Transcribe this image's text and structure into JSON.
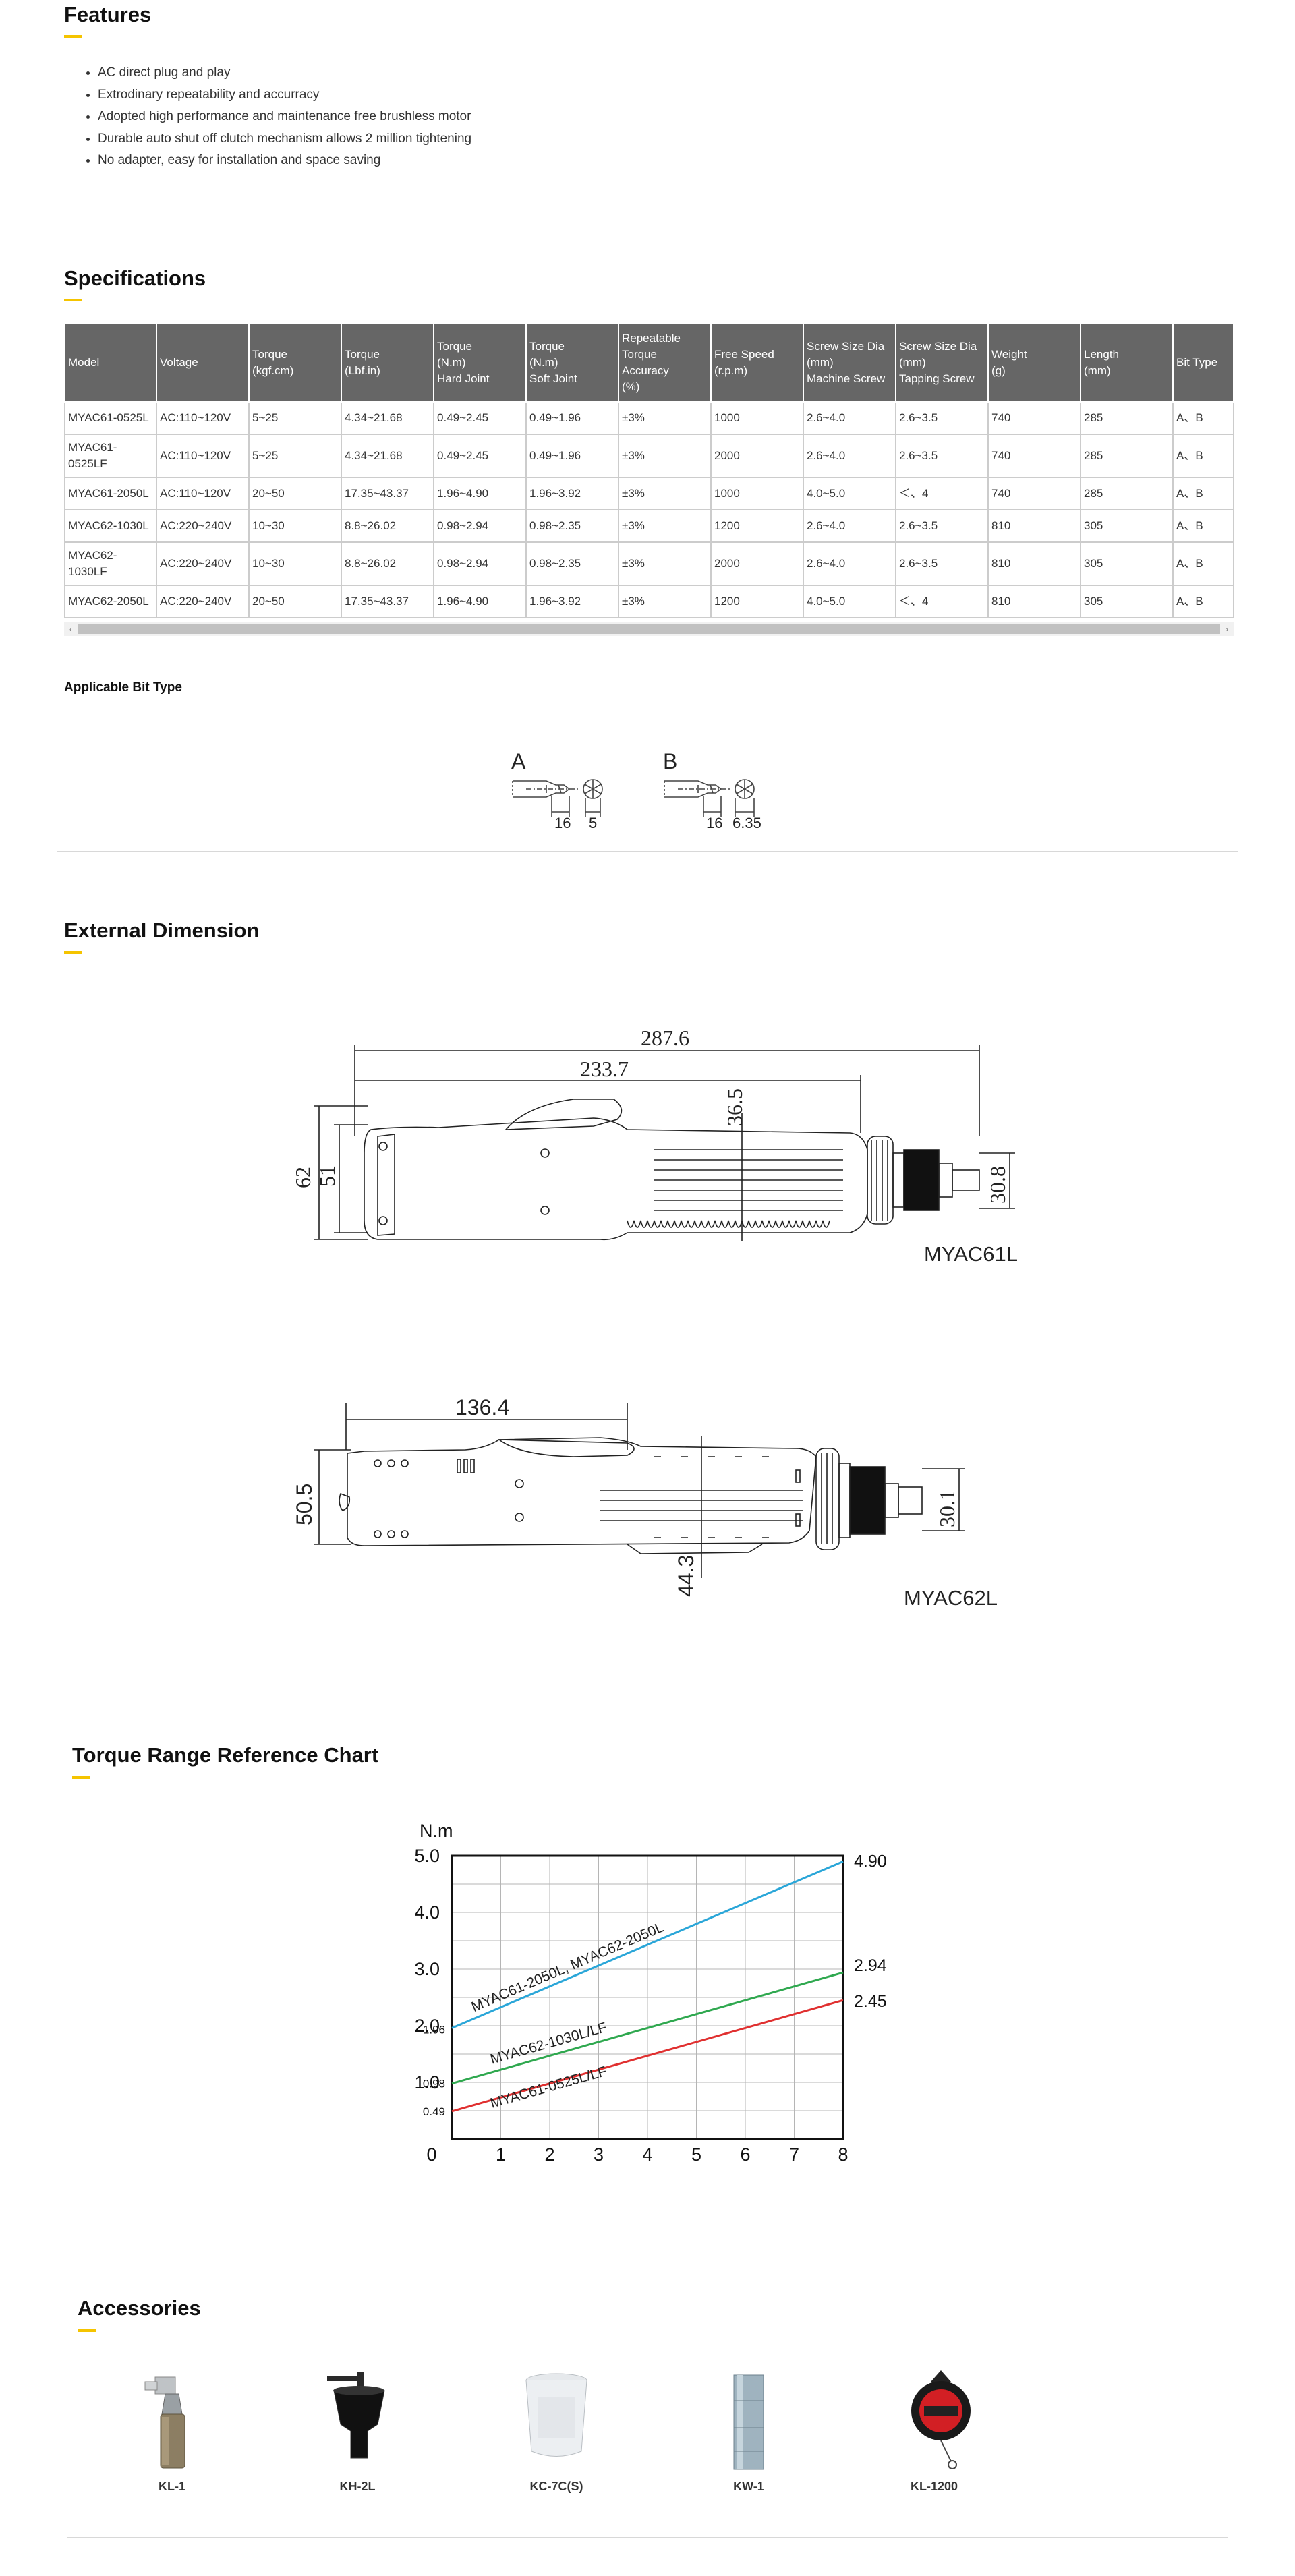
{
  "features": {
    "title": "Features",
    "items": [
      "AC direct plug and play",
      "Extrodinary repeatability and accurracy",
      "Adopted high performance and maintenance free brushless motor",
      "Durable auto shut off clutch mechanism allows 2 million tightening",
      "No adapter, easy for installation and space saving"
    ]
  },
  "specifications": {
    "title": "Specifications",
    "headers": [
      [
        "Model"
      ],
      [
        "Voltage"
      ],
      [
        "Torque",
        "(kgf.cm)"
      ],
      [
        "Torque",
        "(Lbf.in)"
      ],
      [
        "Torque",
        "(N.m)",
        "Hard Joint"
      ],
      [
        "Torque",
        "(N.m)",
        "Soft Joint"
      ],
      [
        "Repeatable",
        "Torque",
        "Accuracy",
        "(%)"
      ],
      [
        "Free Speed",
        "(r.p.m)"
      ],
      [
        "Screw Size Dia",
        "(mm)",
        "Machine Screw"
      ],
      [
        "Screw Size Dia",
        "(mm)",
        "Tapping Screw"
      ],
      [
        "Weight",
        "(g)"
      ],
      [
        "Length",
        "(mm)"
      ],
      [
        "Bit Type"
      ]
    ],
    "rows": [
      [
        "MYAC61-0525L",
        "AC:110~120V",
        "5~25",
        "4.34~21.68",
        "0.49~2.45",
        "0.49~1.96",
        "±3%",
        "1000",
        "2.6~4.0",
        "2.6~3.5",
        "740",
        "285",
        "A、B"
      ],
      [
        "MYAC61-0525LF",
        "AC:110~120V",
        "5~25",
        "4.34~21.68",
        "0.49~2.45",
        "0.49~1.96",
        "±3%",
        "2000",
        "2.6~4.0",
        "2.6~3.5",
        "740",
        "285",
        "A、B"
      ],
      [
        "MYAC61-2050L",
        "AC:110~120V",
        "20~50",
        "17.35~43.37",
        "1.96~4.90",
        "1.96~3.92",
        "±3%",
        "1000",
        "4.0~5.0",
        "＜、4",
        "740",
        "285",
        "A、B"
      ],
      [
        "MYAC62-1030L",
        "AC:220~240V",
        "10~30",
        "8.8~26.02",
        "0.98~2.94",
        "0.98~2.35",
        "±3%",
        "1200",
        "2.6~4.0",
        "2.6~3.5",
        "810",
        "305",
        "A、B"
      ],
      [
        "MYAC62-1030LF",
        "AC:220~240V",
        "10~30",
        "8.8~26.02",
        "0.98~2.94",
        "0.98~2.35",
        "±3%",
        "2000",
        "2.6~4.0",
        "2.6~3.5",
        "810",
        "305",
        "A、B"
      ],
      [
        "MYAC62-2050L",
        "AC:220~240V",
        "20~50",
        "17.35~43.37",
        "1.96~4.90",
        "1.96~3.92",
        "±3%",
        "1200",
        "4.0~5.0",
        "＜、4",
        "810",
        "305",
        "A、B"
      ]
    ],
    "scroll_left": "‹",
    "scroll_right": "›"
  },
  "bit_type": {
    "title": "Applicable Bit Type",
    "bits": [
      {
        "letter": "A",
        "dims": [
          "16",
          "5"
        ]
      },
      {
        "letter": "B",
        "dims": [
          "16",
          "6.35"
        ]
      }
    ]
  },
  "external_dimension": {
    "title": "External Dimension",
    "myac61": {
      "model": "MYAC61L",
      "dims": [
        "287.6",
        "233.7",
        "36.5",
        "62",
        "51",
        "30.8"
      ]
    },
    "myac62": {
      "model": "MYAC62L",
      "dims": [
        "136.4",
        "50.5",
        "30.1",
        "44.3"
      ]
    }
  },
  "torque_chart": {
    "title": "Torque Range Reference Chart"
  },
  "chart_data": {
    "type": "line",
    "ylabel": "N.m",
    "xlim": [
      0,
      8
    ],
    "ylim": [
      0,
      5.0
    ],
    "x_ticks": [
      "1",
      "2",
      "3",
      "4",
      "5",
      "6",
      "7",
      "8"
    ],
    "origin_label": "0",
    "y_ticks": [
      "1.0",
      "2.0",
      "3.0",
      "4.0",
      "5.0"
    ],
    "grid": true,
    "series": [
      {
        "name": "MYAC61-2050L, MYAC62-2050L",
        "color": "#2aa6d8",
        "x": [
          0,
          8
        ],
        "y": [
          1.96,
          4.9
        ],
        "start_label": "1.96",
        "end_label": "4.90"
      },
      {
        "name": "MYAC62-1030L/LF",
        "color": "#2fa84f",
        "x": [
          0,
          8
        ],
        "y": [
          0.98,
          2.94
        ],
        "start_label": "0.98",
        "end_label": "2.94"
      },
      {
        "name": "MYAC61-0525L/LF",
        "color": "#e03030",
        "x": [
          0,
          8
        ],
        "y": [
          0.49,
          2.45
        ],
        "start_label": "0.49",
        "end_label": "2.45"
      }
    ]
  },
  "accessories": {
    "title": "Accessories",
    "items": [
      "KL-1",
      "KH-2L",
      "KC-7C(S)",
      "KW-1",
      "KL-1200"
    ]
  }
}
